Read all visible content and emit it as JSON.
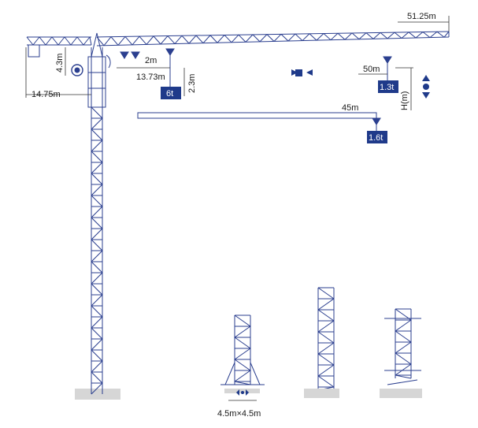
{
  "labels": {
    "jib_length": "51.25m",
    "counter_jib_length": "14.75m",
    "tower_head_height": "4.3m",
    "trolley_offset": "2m",
    "max_load_radius": "13.73m",
    "hook_drop": "2.3m",
    "tip_radius": "50m",
    "lower_jib_radius": "45m",
    "height_axis": "H(m)",
    "base_size": "4.5m×4.5m"
  },
  "loads": {
    "max_load": "6t",
    "tip_load": "1.3t",
    "mid_load": "1.6t"
  },
  "icons": [
    "trolley-travel-icon",
    "hoist-up-down-icon",
    "slewing-icon"
  ],
  "colors": {
    "structure": "#2b3f8f",
    "load_tag": "#1f3a8a",
    "ground": "#d6d6d6"
  }
}
